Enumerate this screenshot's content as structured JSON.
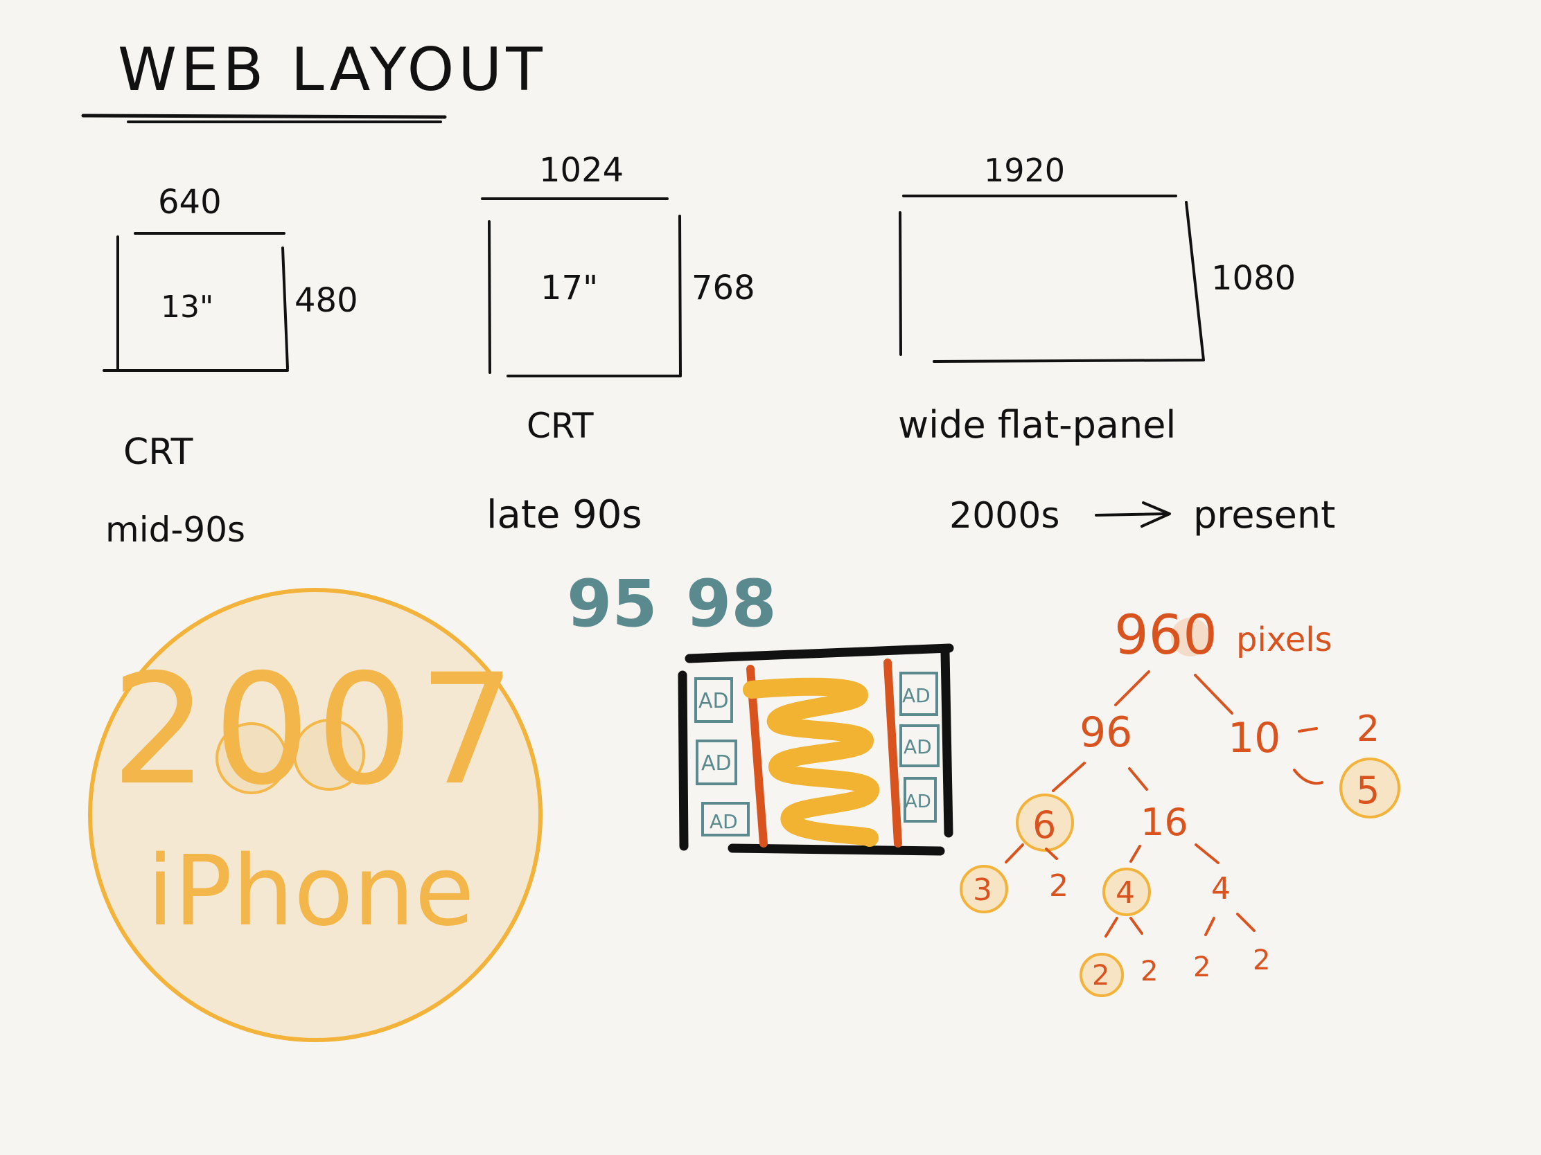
{
  "title": "WEB LAYOUT",
  "screens": [
    {
      "width": "640",
      "height": "480",
      "size": "13\"",
      "type": "CRT",
      "era": "mid-90s"
    },
    {
      "width": "1024",
      "height": "768",
      "size": "17\"",
      "type": "CRT",
      "era": "late 90s"
    },
    {
      "width": "1920",
      "height": "1080",
      "type": "wide flat-panel",
      "era": "2000s",
      "era_end": "present"
    }
  ],
  "windows_versions": [
    "95",
    "98"
  ],
  "ad_label": "AD",
  "iphone": {
    "year": "2007",
    "name": "iPhone"
  },
  "grid": {
    "total": "960",
    "unit": "pixels",
    "level1": [
      "96",
      "10"
    ],
    "ten_factors": [
      "2",
      "5"
    ],
    "level2": [
      "6",
      "16"
    ],
    "six_factors": [
      "3",
      "2"
    ],
    "sixteen_factors": [
      "4",
      "4"
    ],
    "four_factors": [
      "2",
      "2",
      "2",
      "2"
    ]
  },
  "colors": {
    "ink": "#111111",
    "accent_orange": "#d9531e",
    "teal": "#5a8a8e",
    "yellow": "#f3b23a",
    "yellow_fill": "#f6e4c5"
  }
}
